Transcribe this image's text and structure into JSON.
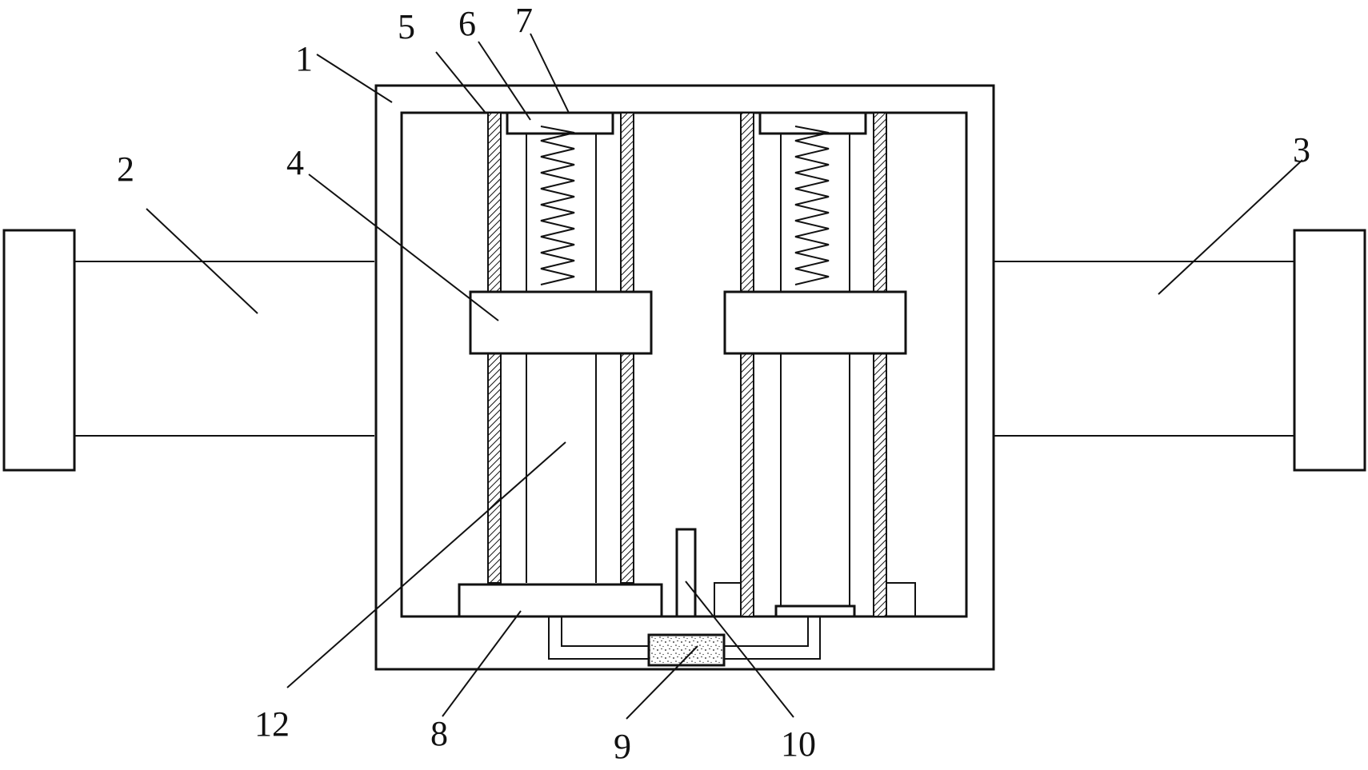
{
  "callouts": [
    {
      "id": "1",
      "label": "1"
    },
    {
      "id": "2",
      "label": "2"
    },
    {
      "id": "3",
      "label": "3"
    },
    {
      "id": "4",
      "label": "4"
    },
    {
      "id": "5",
      "label": "5"
    },
    {
      "id": "6",
      "label": "6"
    },
    {
      "id": "7",
      "label": "7"
    },
    {
      "id": "8",
      "label": "8"
    },
    {
      "id": "9",
      "label": "9"
    },
    {
      "id": "10",
      "label": "10"
    },
    {
      "id": "12",
      "label": "12"
    }
  ]
}
